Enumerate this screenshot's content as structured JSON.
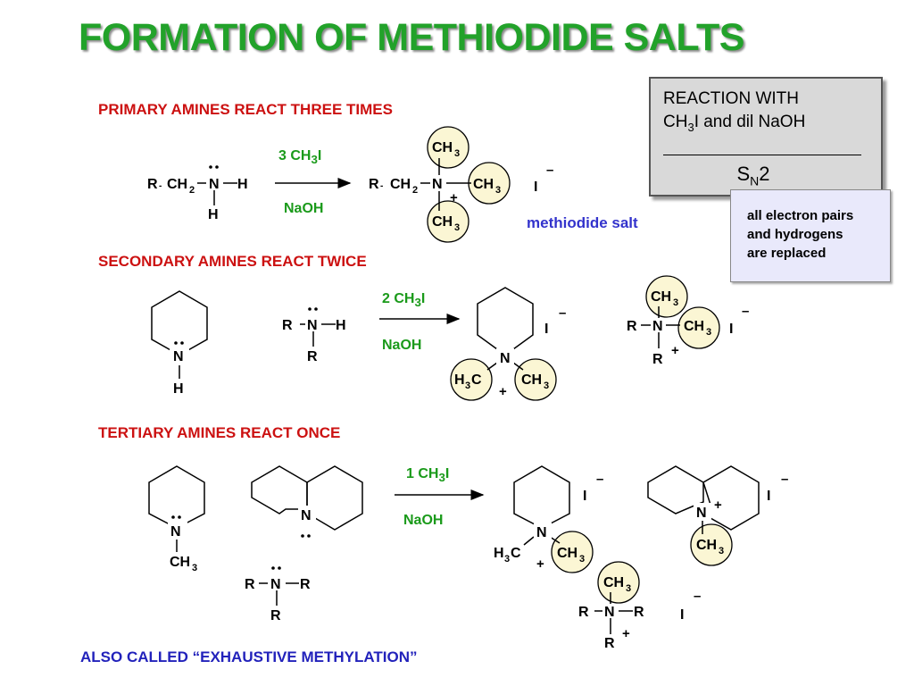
{
  "title": "FORMATION OF METHIODIDE SALTS",
  "sections": {
    "primary": "PRIMARY AMINES REACT THREE TIMES",
    "secondary": "SECONDARY AMINES REACT TWICE",
    "tertiary": "TERTIARY AMINES REACT ONCE"
  },
  "reagents": {
    "primary": {
      "main": "3 CH",
      "sub": "3",
      "tail": "I",
      "base": "NaOH"
    },
    "secondary": {
      "main": "2 CH",
      "sub": "3",
      "tail": "I",
      "base": "NaOH"
    },
    "tertiary": {
      "main": "1 CH",
      "sub": "3",
      "tail": "I",
      "base": "NaOH"
    }
  },
  "product_label": "methiodide salt",
  "reaction_box": {
    "line1": "REACTION WITH",
    "line2_main": "CH",
    "line2_sub": "3",
    "line2_tail": "I and dil NaOH",
    "mech_main": "S",
    "mech_sub": "N",
    "mech_tail": "2"
  },
  "note": {
    "line1": "all electron pairs",
    "line2": "and hydrogens",
    "line3": "are replaced"
  },
  "footer": "ALSO CALLED “EXHAUSTIVE METHYLATION”",
  "colors": {
    "title": "#22a22a",
    "section": "#cc1111",
    "reagent": "#1a9a1a",
    "highlight": "#3333cc",
    "circle_fill": "#fbf6d4"
  }
}
